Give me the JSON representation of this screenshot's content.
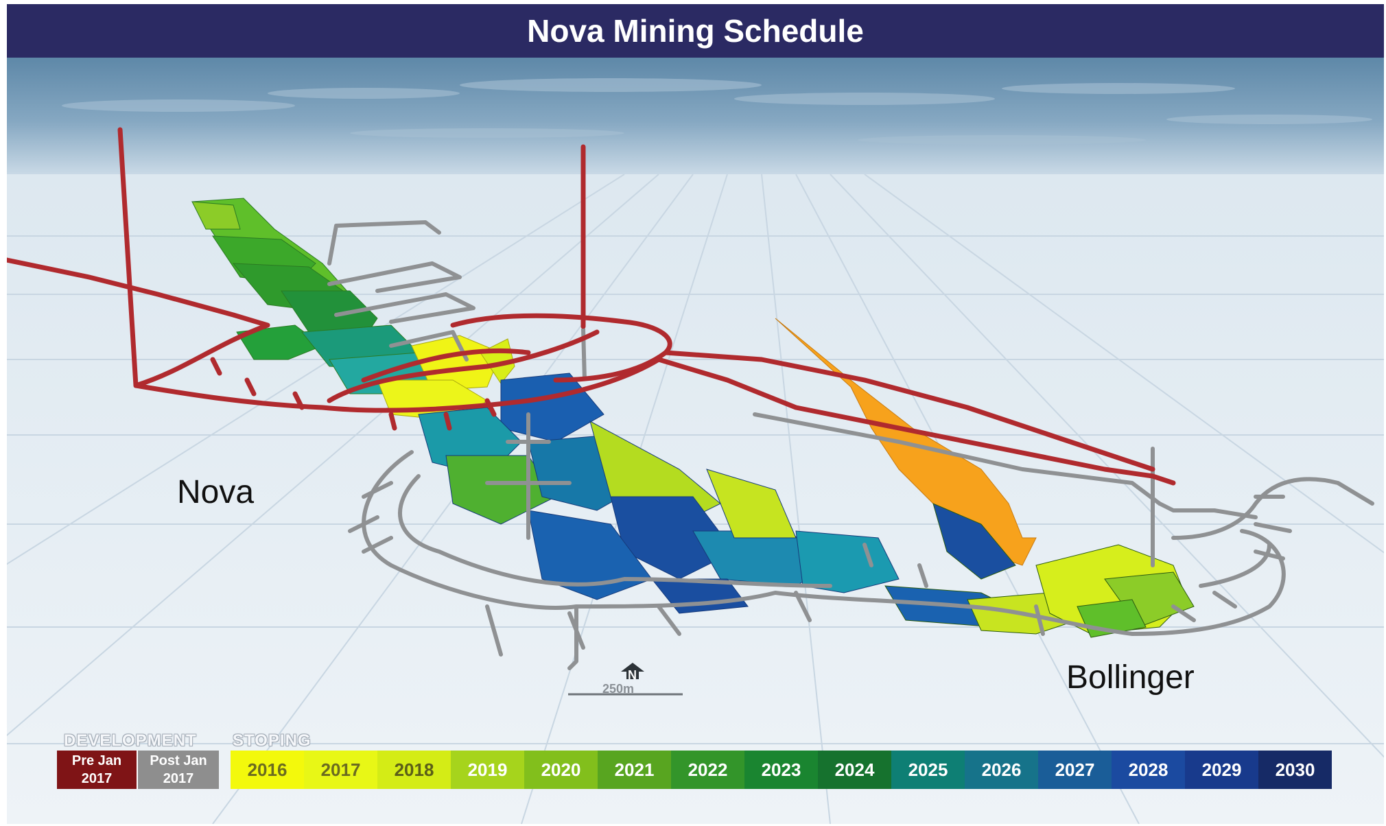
{
  "title": "Nova Mining Schedule",
  "labels": {
    "nova": "Nova",
    "bollinger": "Bollinger"
  },
  "scale": {
    "north": "N",
    "distance": "250m"
  },
  "legend": {
    "development_heading": "DEVELOPMENT",
    "stoping_heading": "STOPING",
    "development": [
      {
        "line1": "Pre Jan",
        "line2": "2017",
        "color": "#7f1416"
      },
      {
        "line1": "Post Jan",
        "line2": "2017",
        "color": "#8e8e8e"
      }
    ],
    "stoping": [
      {
        "year": "2016",
        "color": "#f3f90c",
        "text_color": "#6b6b20"
      },
      {
        "year": "2017",
        "color": "#e8f716",
        "text_color": "#6b6b20"
      },
      {
        "year": "2018",
        "color": "#d4ec16",
        "text_color": "#5a5e18"
      },
      {
        "year": "2019",
        "color": "#a6d41c",
        "text_color": "#ffffff"
      },
      {
        "year": "2020",
        "color": "#82bf1c",
        "text_color": "#ffffff"
      },
      {
        "year": "2021",
        "color": "#58a520",
        "text_color": "#ffffff"
      },
      {
        "year": "2022",
        "color": "#33952a",
        "text_color": "#ffffff"
      },
      {
        "year": "2023",
        "color": "#1a8530",
        "text_color": "#ffffff"
      },
      {
        "year": "2024",
        "color": "#16722e",
        "text_color": "#ffffff"
      },
      {
        "year": "2025",
        "color": "#0e7f74",
        "text_color": "#ffffff"
      },
      {
        "year": "2026",
        "color": "#16738a",
        "text_color": "#ffffff"
      },
      {
        "year": "2027",
        "color": "#1a5d98",
        "text_color": "#ffffff"
      },
      {
        "year": "2028",
        "color": "#1b4aa0",
        "text_color": "#ffffff"
      },
      {
        "year": "2029",
        "color": "#183a8c",
        "text_color": "#ffffff"
      },
      {
        "year": "2030",
        "color": "#162a66",
        "text_color": "#ffffff"
      }
    ]
  },
  "colors": {
    "title_bar": "#2b2a63",
    "pre_2017_development": "#b02a2e",
    "post_2017_development": "#8f9193",
    "bollinger_upper_stope": "#f7a21c"
  }
}
